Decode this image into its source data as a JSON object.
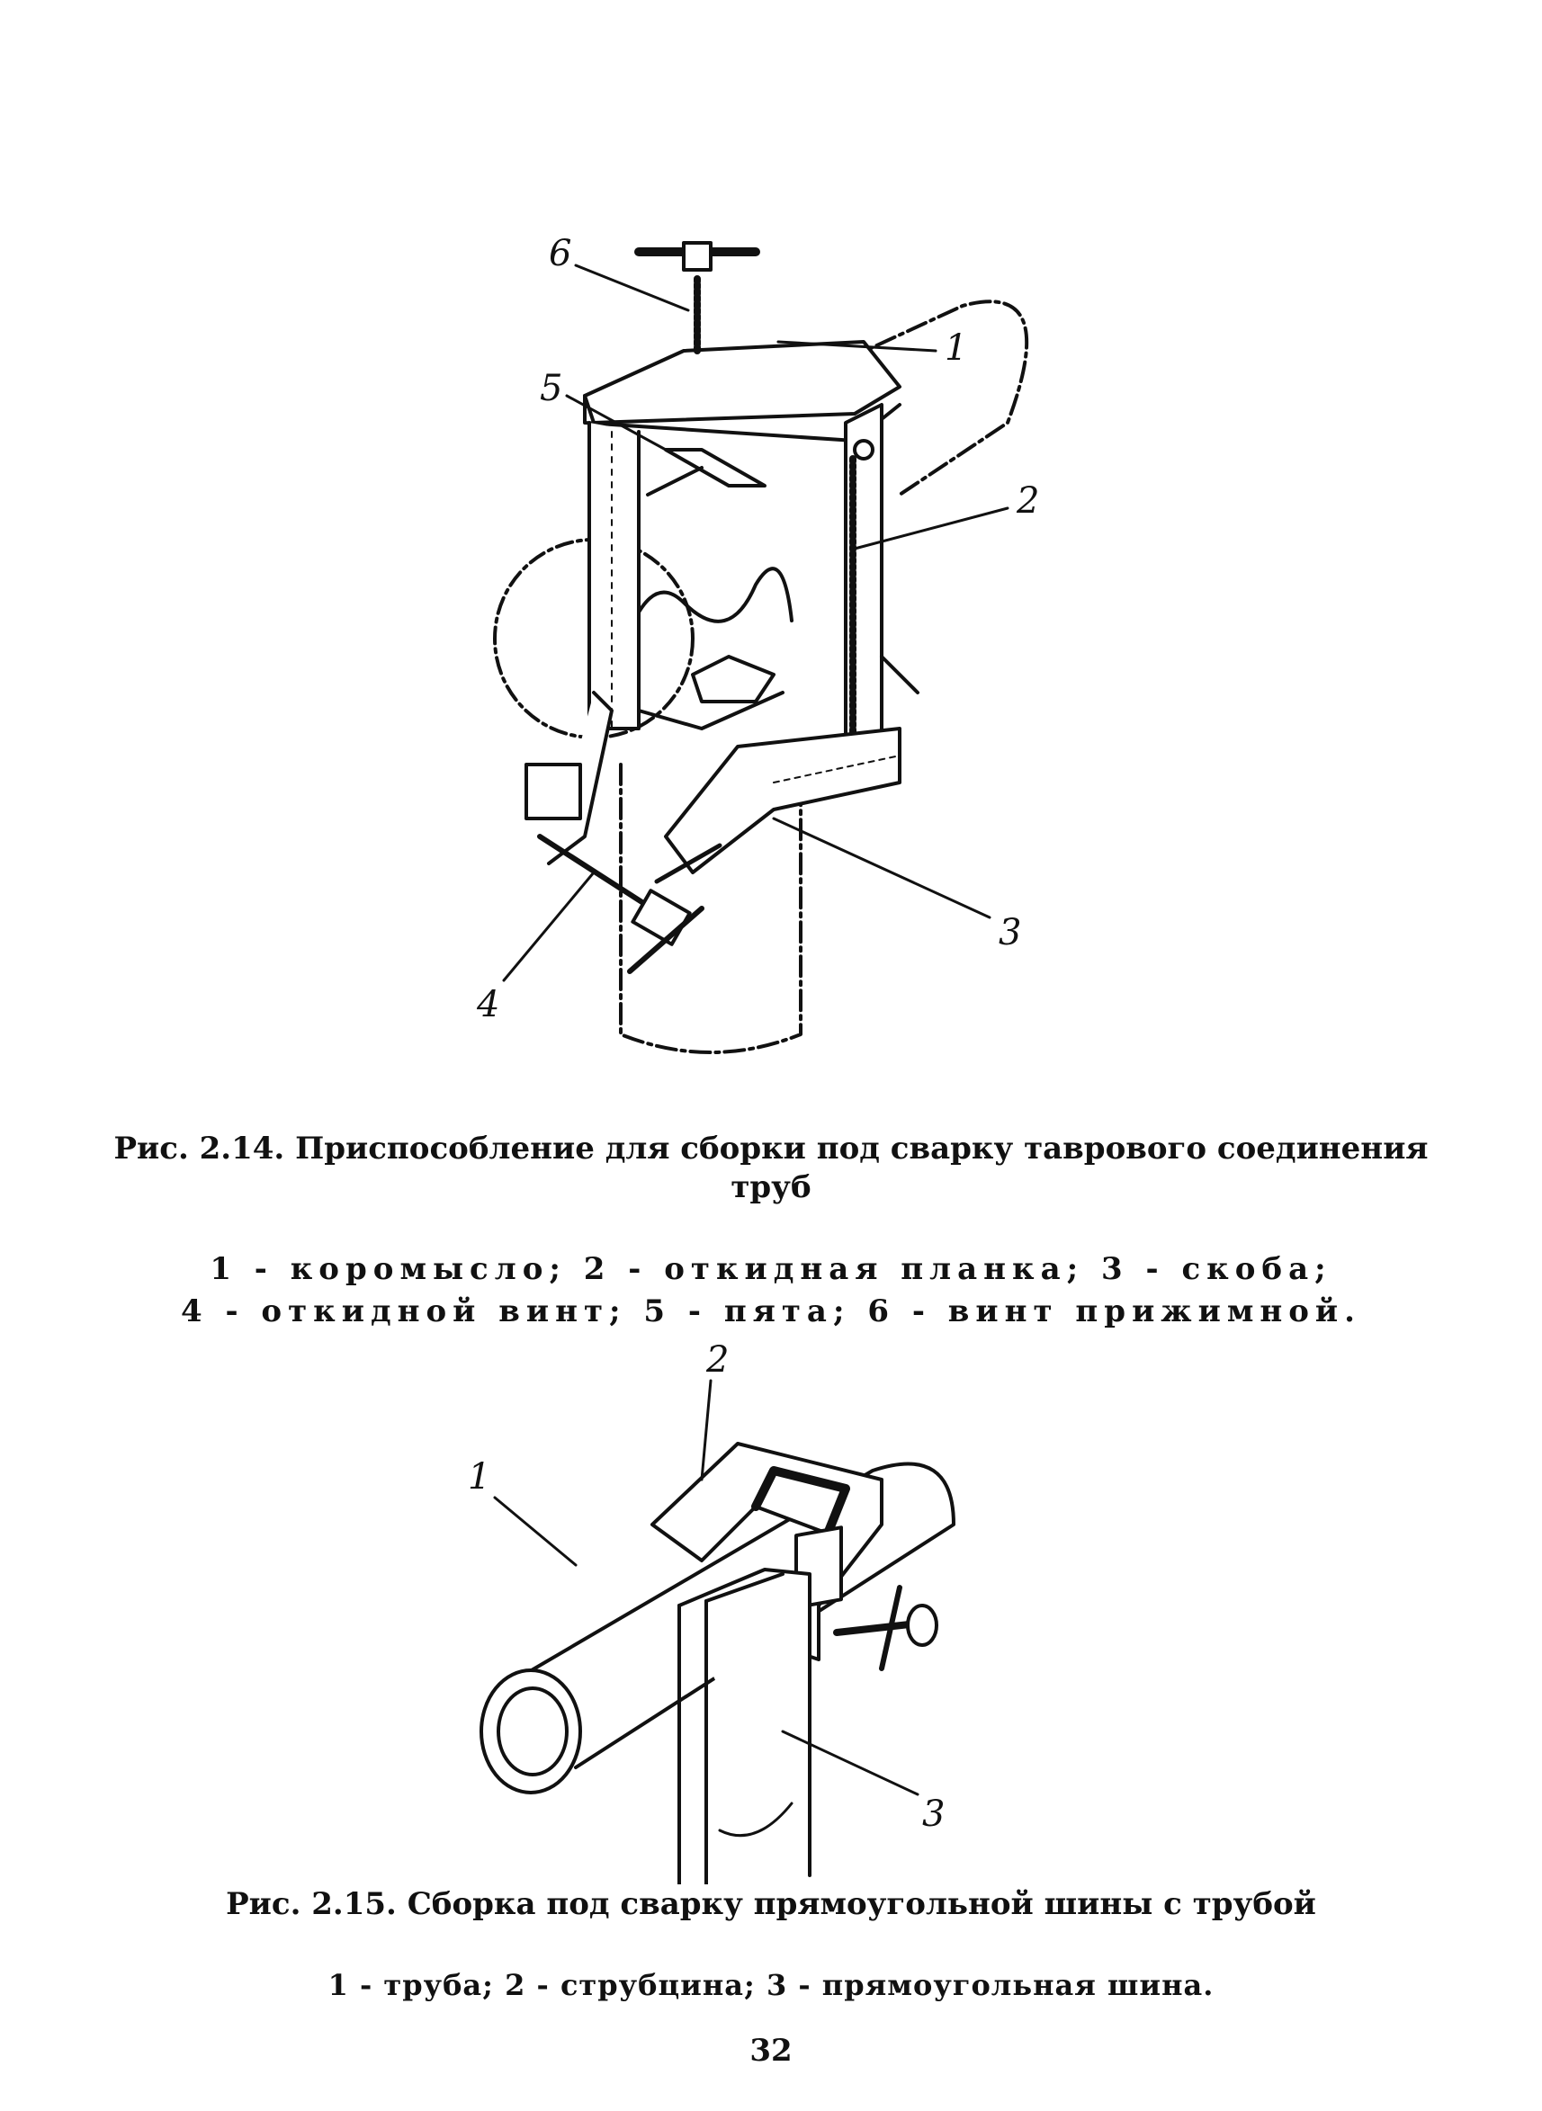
{
  "figure_1": {
    "caption_title_line1": "Рис. 2.14. Приспособление для сборки под сварку таврового соединения",
    "caption_title_line2": "труб",
    "legend_line1": "1 - коромысло; 2 - откидная планка; 3 - скоба;",
    "legend_line2": "4 - откидной винт; 5 - пята; 6 - винт прижимной.",
    "callouts": [
      "1",
      "2",
      "3",
      "4",
      "5",
      "6"
    ]
  },
  "figure_2": {
    "caption_title": "Рис. 2.15. Сборка под сварку прямоугольной шины с трубой",
    "legend": "1 - труба; 2 - струбцина; 3 - прямоугольная шина.",
    "callouts": [
      "1",
      "2",
      "3"
    ]
  },
  "page_number": "32"
}
